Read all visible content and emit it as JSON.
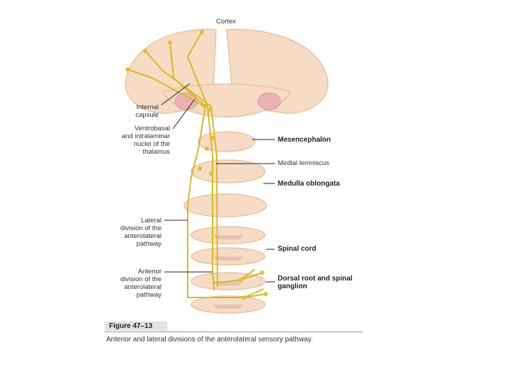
{
  "labels": {
    "cortex": "Cortex",
    "internal_capsule": "Internal\ncapsule",
    "ventrobasal": "Ventrobasal\nand intralaminar\nnuclei of the\nthalamus",
    "mesencephalon": "Mesencephalon",
    "medial_lemniscus": "Medial lemniscus",
    "medulla": "Medulla oblongata",
    "lateral_division": "Lateral\ndivision of the\nanterolateral\npathway",
    "spinal_cord": "Spinal cord",
    "anterior_division": "Anterior\ndivision of the\nanterolateral\npathway",
    "dorsal_root": "Dorsal root and spinal\nganglion"
  },
  "figure": {
    "title": "Figure 47–13",
    "caption": "Anterior and lateral divisions of the anterolateral sensory pathway."
  },
  "colors": {
    "tissue": "#f6dcc4",
    "tissue_outline": "#e7c2a2",
    "pathway": "#d9b820",
    "thalamus": "#ecb2b2"
  }
}
